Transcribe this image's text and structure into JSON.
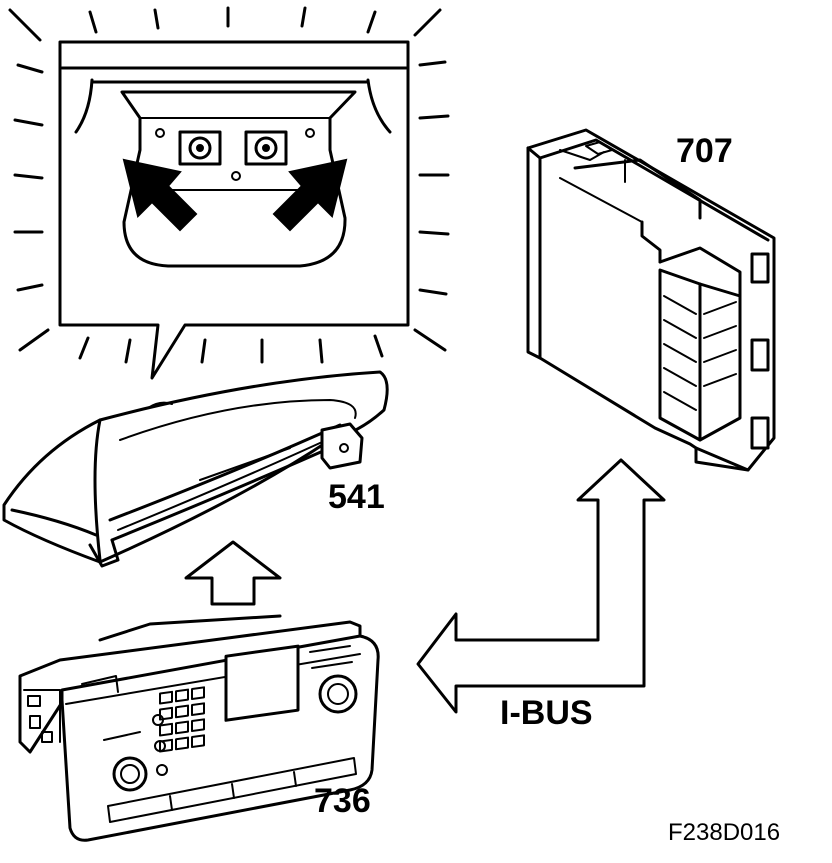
{
  "components": {
    "light_unit": {
      "number": "541"
    },
    "control_module": {
      "number": "707"
    },
    "audio_unit": {
      "number": "736"
    }
  },
  "bus_label": "I-BUS",
  "figure_code": "F238D016"
}
